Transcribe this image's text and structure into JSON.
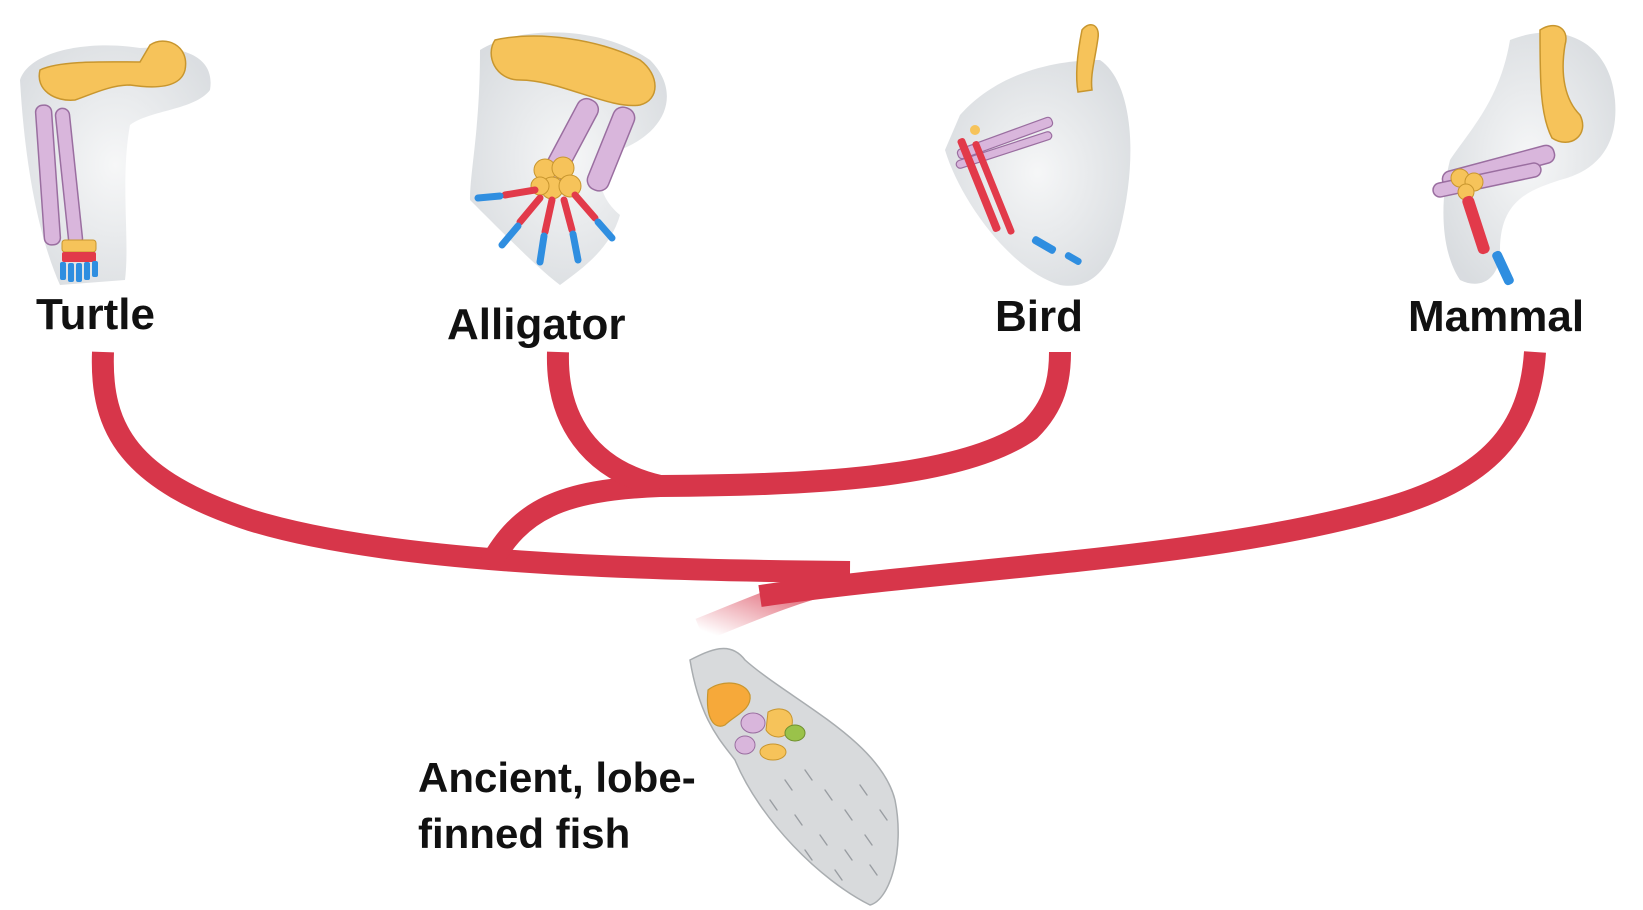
{
  "labels": {
    "turtle": "Turtle",
    "alligator": "Alligator",
    "bird": "Bird",
    "mammal": "Mammal",
    "fish_line1": "Ancient, lobe-",
    "fish_line2": "finned fish"
  },
  "colors": {
    "branch": "#d7364a",
    "humerus": "#f6c35a",
    "radius_ulna": "#d9b6dc",
    "carpals": "#f6c35a",
    "metacarpals": "#e23a4a",
    "phalanges": "#2f8ee0",
    "skin": "#e6e8ea",
    "fin_extra": "#9ac24a"
  },
  "icons": [
    "turtle-forelimb-icon",
    "alligator-forelimb-icon",
    "bird-wing-icon",
    "mammal-forelimb-icon",
    "lobe-fin-icon"
  ]
}
